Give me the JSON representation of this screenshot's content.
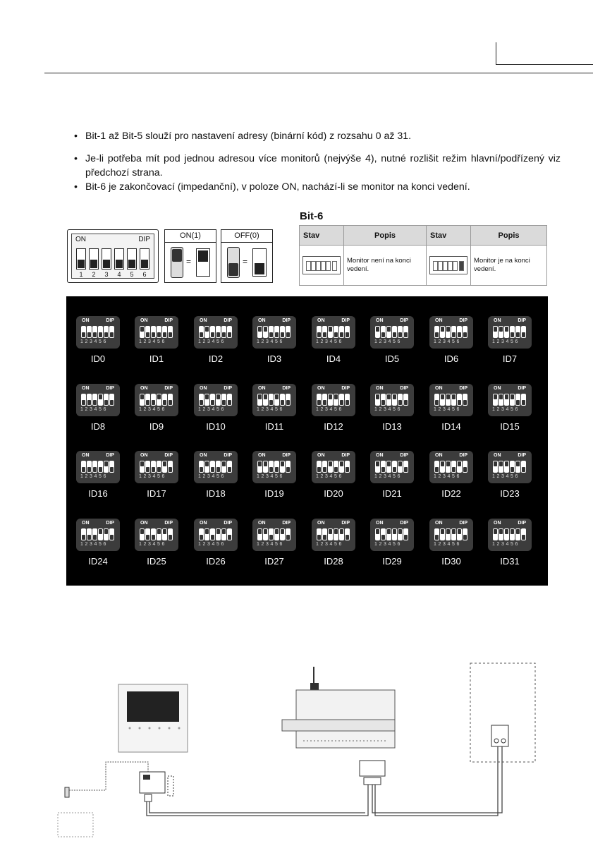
{
  "bullets": [
    "Bit-1 až Bit-5 slouží pro nastavení adresy (binární kód) z rozsahu 0 až 31.",
    "Je-li potřeba mít pod jednou adresou více monitorů (nejvýše 4), nutné rozlišit režim hlavní/podřízený viz předchozí strana.",
    "Bit-6 je zakončovací (impedanční), v poloze ON, nachází-li se monitor na konci vedení."
  ],
  "dip_diagram": {
    "on_label": "ON",
    "dip_label": "DIP",
    "numbers": [
      "1",
      "2",
      "3",
      "4",
      "5",
      "6"
    ]
  },
  "states": {
    "on": "ON(1)",
    "off": "OFF(0)",
    "equals": "="
  },
  "bit6": {
    "title": "Bit-6",
    "headers": [
      "Stav",
      "Popis",
      "Stav",
      "Popis"
    ],
    "row": [
      "Monitor není na konci vedení.",
      "Monitor je na konci vedení."
    ]
  },
  "id_grid": {
    "on_label": "ON",
    "dip_label": "DIP",
    "numbers": "123456",
    "labels": [
      "ID0",
      "ID1",
      "ID2",
      "ID3",
      "ID4",
      "ID5",
      "ID6",
      "ID7",
      "ID8",
      "ID9",
      "ID10",
      "ID11",
      "ID12",
      "ID13",
      "ID14",
      "ID15",
      "ID16",
      "ID17",
      "ID18",
      "ID19",
      "ID20",
      "ID21",
      "ID22",
      "ID23",
      "ID24",
      "ID25",
      "ID26",
      "ID27",
      "ID28",
      "ID29",
      "ID30",
      "ID31"
    ]
  }
}
